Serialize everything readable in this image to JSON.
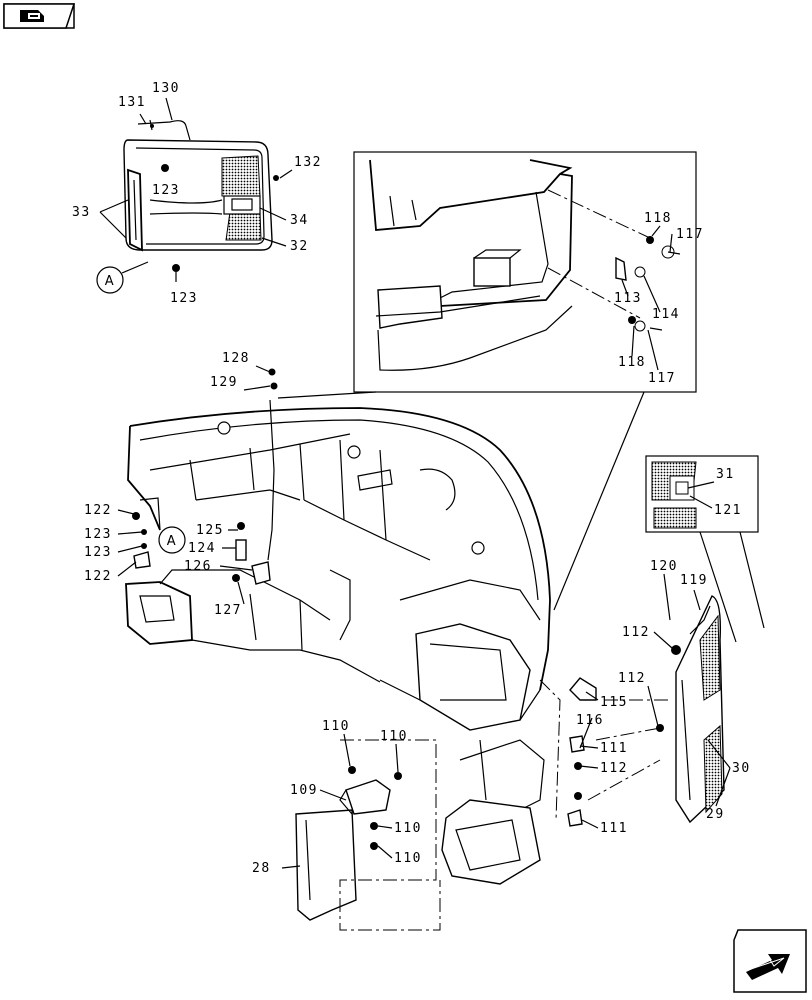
{
  "nav": {
    "back_icon": "book-back-icon",
    "next_icon": "next-page-arrow-icon"
  },
  "detail_marker": "A",
  "callouts": {
    "c131": "131",
    "c130": "130",
    "c132": "132",
    "c33": "33",
    "c123a": "123",
    "c34": "34",
    "c32": "32",
    "c123b": "123",
    "c128": "128",
    "c129": "129",
    "c118a": "118",
    "c117a": "117",
    "c113": "113",
    "c114": "114",
    "c118b": "118",
    "c117b": "117",
    "c31": "31",
    "c121": "121",
    "c122a": "122",
    "c123c": "123",
    "c123d": "123",
    "c122b": "122",
    "c125": "125",
    "c124": "124",
    "c126": "126",
    "c127": "127",
    "c120": "120",
    "c119": "119",
    "c112a": "112",
    "c112b": "112",
    "c115": "115",
    "c116": "116",
    "c111a": "111",
    "c112c": "112",
    "c30": "30",
    "c111b": "111",
    "c29": "29",
    "c110a": "110",
    "c110b": "110",
    "c109": "109",
    "c110c": "110",
    "c110d": "110",
    "c28": "28"
  }
}
